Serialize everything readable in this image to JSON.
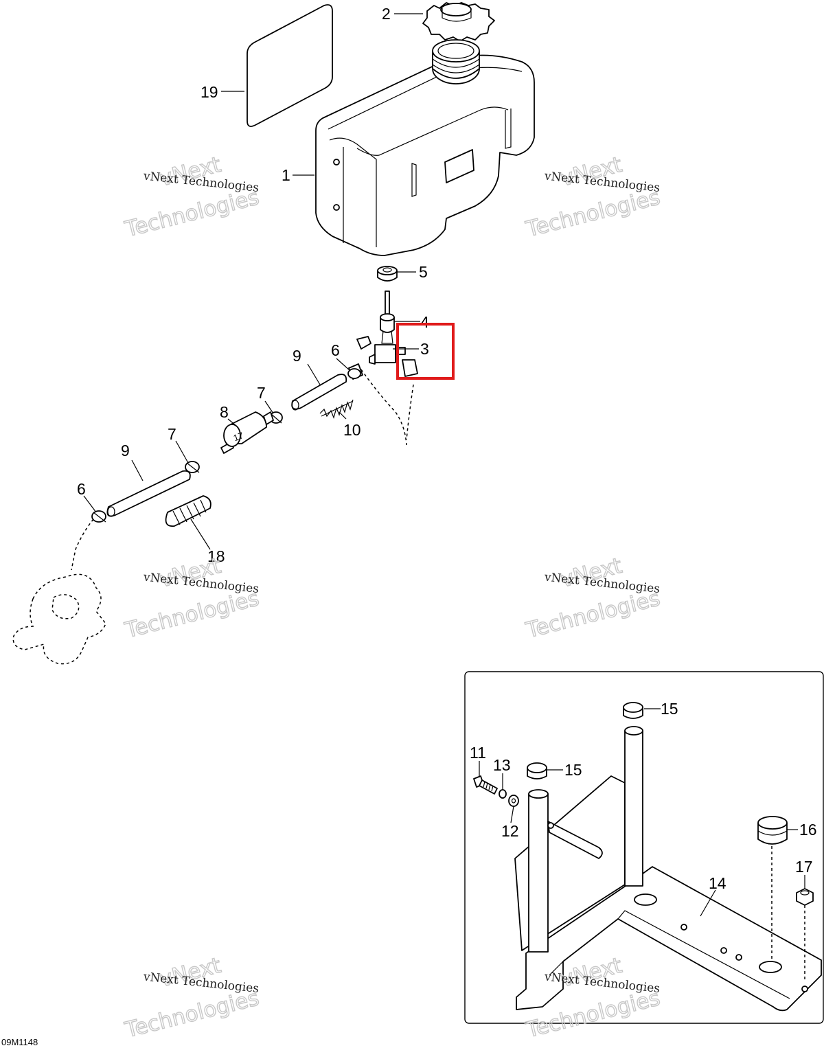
{
  "callouts": {
    "c1": "1",
    "c2": "2",
    "c3": "3",
    "c4": "4",
    "c5": "5",
    "c6a": "6",
    "c6b": "6",
    "c7a": "7",
    "c7b": "7",
    "c8": "8",
    "c9a": "9",
    "c9b": "9",
    "c10": "10",
    "c11": "11",
    "c12": "12",
    "c13": "13",
    "c14": "14",
    "c15a": "15",
    "c15b": "15",
    "c16": "16",
    "c17": "17",
    "c18": "18",
    "c19": "19"
  },
  "watermark": {
    "small_text": "vNext Technologies",
    "big_line1": "vNext",
    "big_line2": "Technologies"
  },
  "drawing_code": "09M1148",
  "filter_marking": "17",
  "highlight_color": "#e01b1b"
}
